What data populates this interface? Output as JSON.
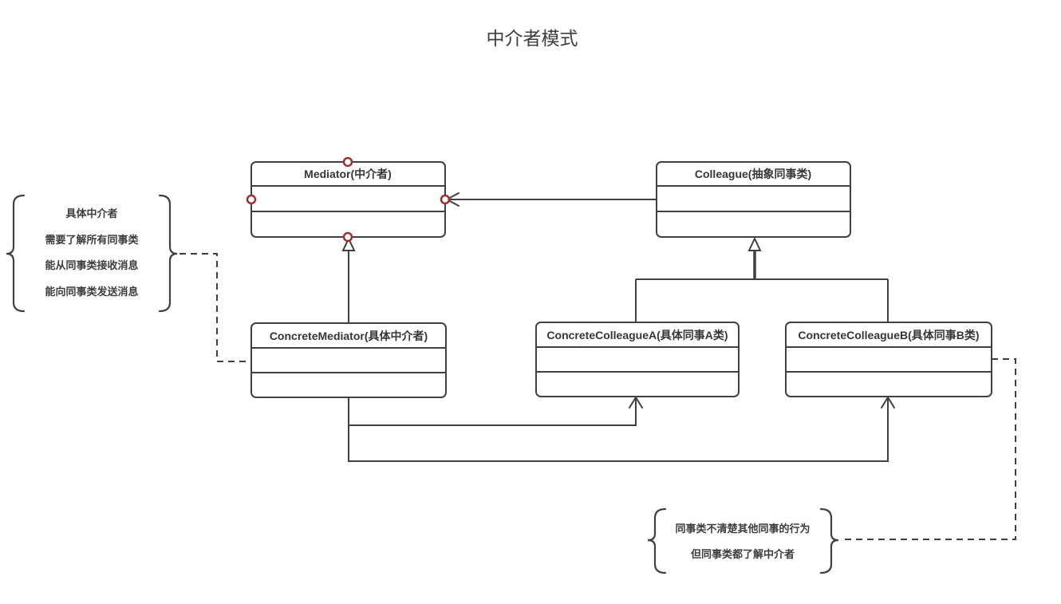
{
  "title": "中介者模式",
  "colors": {
    "line": "#404040",
    "text": "#363636",
    "connection_handle": "#9c2f2f",
    "background": "#ffffff"
  },
  "classes": [
    {
      "id": "mediator",
      "label": "Mediator(中介者)"
    },
    {
      "id": "colleague",
      "label": "Colleague(抽象同事类)"
    },
    {
      "id": "concrete-mediator",
      "label": "ConcreteMediator(具体中介者)"
    },
    {
      "id": "concrete-colleague-a",
      "label": "ConcreteColleagueA(具体同事A类)"
    },
    {
      "id": "concrete-colleague-b",
      "label": "ConcreteColleagueB(具体同事B类)"
    }
  ],
  "notes": [
    {
      "id": "mediator-note",
      "lines": [
        "具体中介者",
        "需要了解所有同事类",
        "能从同事类接收消息",
        "能向同事类发送消息"
      ]
    },
    {
      "id": "colleague-note",
      "lines": [
        "同事类不清楚其他同事的行为",
        "但同事类都了解中介者"
      ]
    }
  ]
}
